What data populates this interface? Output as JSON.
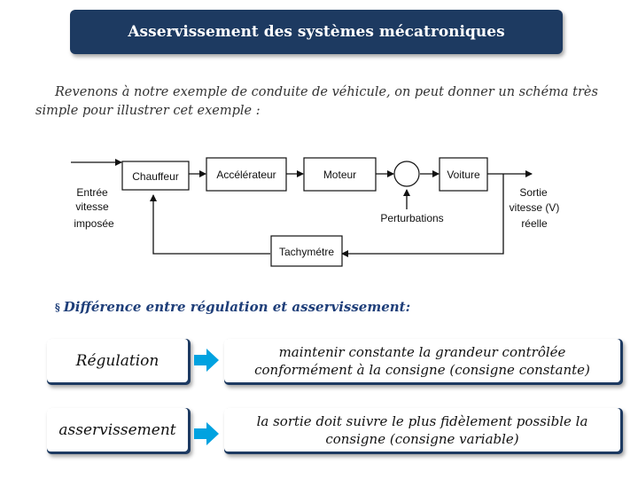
{
  "header": {
    "title": "Asservissement des systèmes mécatroniques"
  },
  "intro": {
    "text": "Revenons à notre exemple de conduite de véhicule, on peut donner un schéma très simple pour illustrer cet exemple :"
  },
  "diagram": {
    "blocks": {
      "chauffeur": "Chauffeur",
      "accelerateur": "Accélérateur",
      "moteur": "Moteur",
      "voiture": "Voiture",
      "tachymetre": "Tachymétre"
    },
    "perturbations": "Perturbations",
    "input": {
      "line1": "Entrée",
      "line2": "vitesse",
      "line3": "imposée"
    },
    "output": {
      "line1": "Sortie",
      "line2": "vitesse (V)",
      "line3": "réelle"
    }
  },
  "section": {
    "bullet": "§",
    "heading": "Différence entre régulation et asservissement:"
  },
  "rows": [
    {
      "term": "Régulation",
      "definition": "maintenir constante la grandeur contrôlée conformément à la consigne (consigne constante)"
    },
    {
      "term": "asservissement",
      "definition": "la sortie doit suivre le plus fidèlement possible la consigne (consigne variable)"
    }
  ],
  "colors": {
    "accent": "#1d3a61",
    "arrow": "#00a2e0",
    "heading": "#1e3e79"
  }
}
